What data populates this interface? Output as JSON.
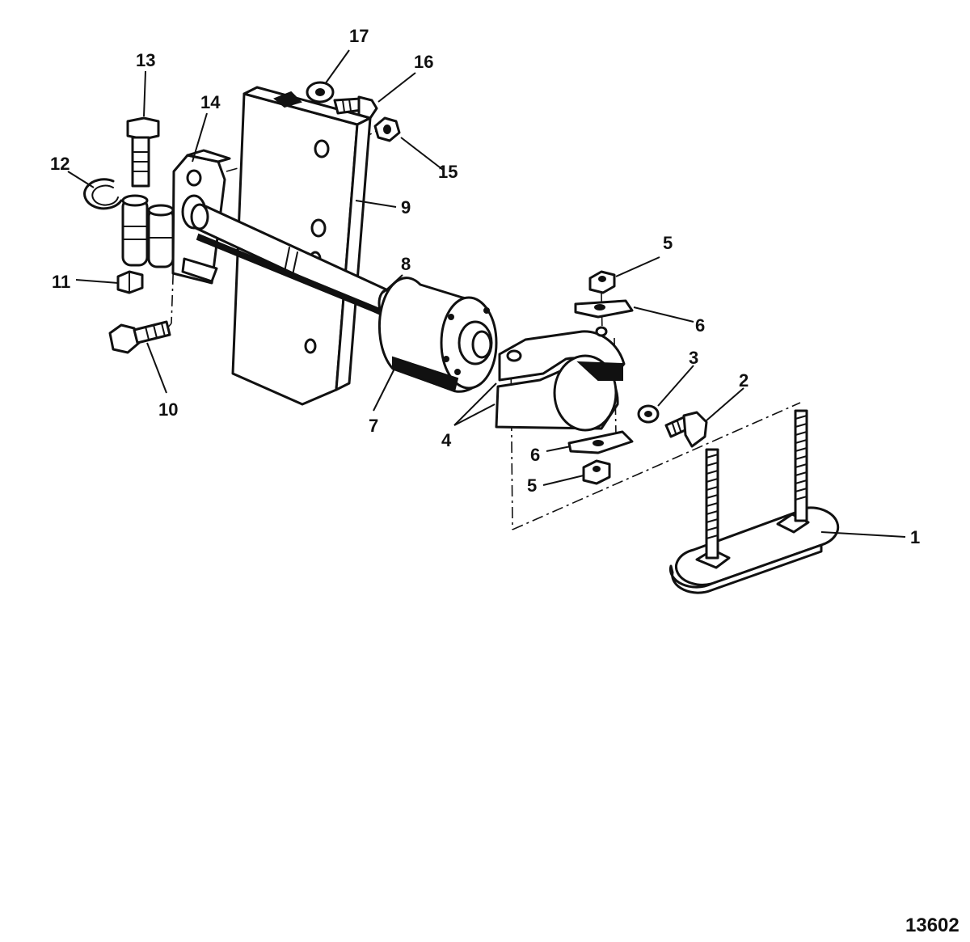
{
  "figure": {
    "number": "13602",
    "callouts": [
      {
        "id": "c1",
        "label": "1"
      },
      {
        "id": "c2",
        "label": "2"
      },
      {
        "id": "c3",
        "label": "3"
      },
      {
        "id": "c4",
        "label": "4"
      },
      {
        "id": "c5a",
        "label": "5"
      },
      {
        "id": "c5b",
        "label": "5"
      },
      {
        "id": "c6a",
        "label": "6"
      },
      {
        "id": "c6b",
        "label": "6"
      },
      {
        "id": "c7",
        "label": "7"
      },
      {
        "id": "c8",
        "label": "8"
      },
      {
        "id": "c9",
        "label": "9"
      },
      {
        "id": "c10",
        "label": "10"
      },
      {
        "id": "c11",
        "label": "11"
      },
      {
        "id": "c12",
        "label": "12"
      },
      {
        "id": "c13",
        "label": "13"
      },
      {
        "id": "c14",
        "label": "14"
      },
      {
        "id": "c15",
        "label": "15"
      },
      {
        "id": "c16",
        "label": "16"
      },
      {
        "id": "c17",
        "label": "17"
      }
    ]
  }
}
